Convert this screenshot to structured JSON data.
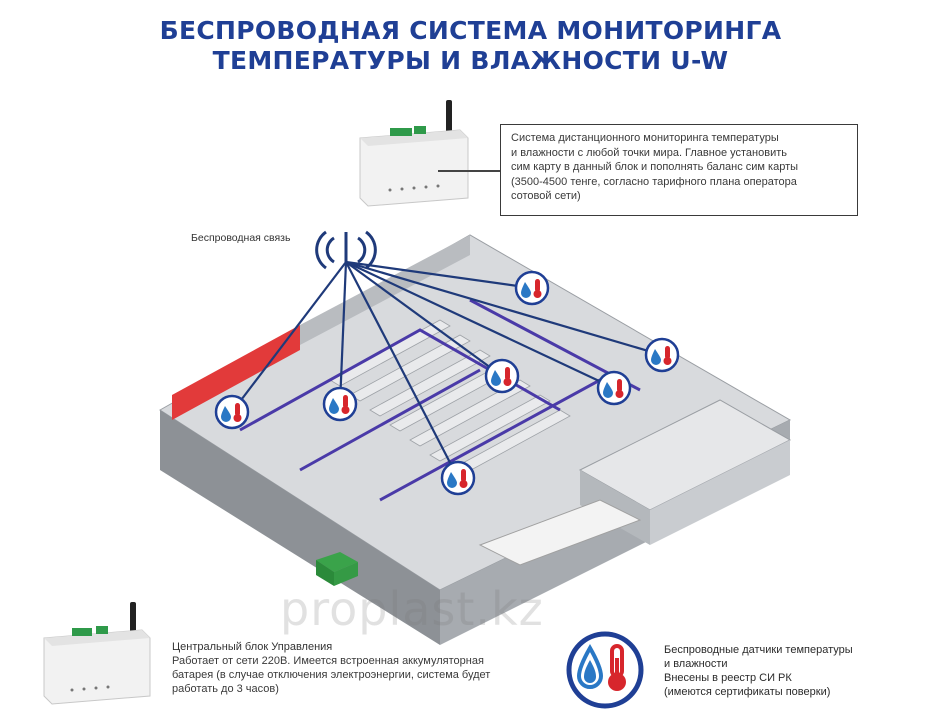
{
  "title": {
    "line1": "БЕСПРОВОДНАЯ СИСТЕМА МОНИТОРИНГА",
    "line2": "ТЕМПЕРАТУРЫ И ВЛАЖНОСТИ U-W"
  },
  "info_box": {
    "line1": "Система дистанционного мониторинга температуры",
    "line2": "и влажности с любой точки мира. Главное установить",
    "line3": "сим карту в данный блок и пополнять баланс сим карты",
    "line4": "(3500-4500 тенге, согласно тарифного плана оператора",
    "line5": "сотовой сети)"
  },
  "wireless_label": "Беспроводная связь",
  "watermark": "proplast.kz",
  "central_unit": {
    "title": "Центральный блок Управления",
    "line1": "Работает от сети 220В. Имеется встроенная аккумуляторная",
    "line2": "батарея (в случае отключения электроэнергии, система будет",
    "line3": "работать до 3 часов)"
  },
  "sensors": {
    "line1": "Беспроводные датчики температуры",
    "line2": "и влажности",
    "line3": "Внесены в реестр СИ РК",
    "line4": "(имеются сертификаты поверки)"
  },
  "icons": {
    "antenna": "wifi-antenna-icon",
    "sensor": "humidity-temperature-sensor-icon",
    "device": "control-unit-icon"
  },
  "colors": {
    "title": "#1f3f95",
    "links": "#1f3a7a",
    "sensor_ring": "#1f3f95",
    "drop": "#2a78c5",
    "thermometer": "#d7262c",
    "wall_red": "#e23a3a"
  }
}
